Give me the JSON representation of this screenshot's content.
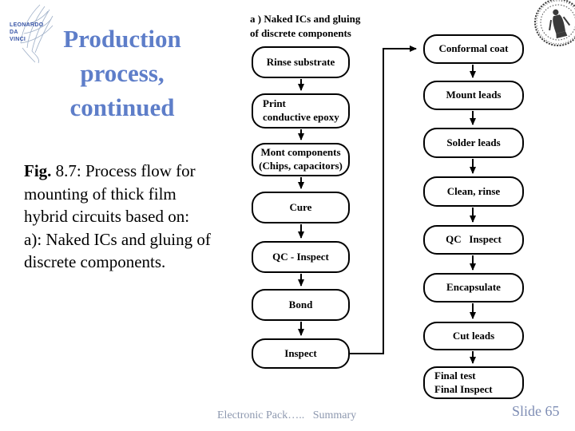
{
  "slide": {
    "title": "Production\nprocess,\ncontinued",
    "caption": {
      "lead": "Fig.",
      "rest": " 8.7: Process flow for\nmounting of thick film\nhybrid circuits based on:\na): Naked ICs and gluing of\ndiscrete components."
    }
  },
  "flowchart": {
    "heading": "a ) Naked ICs and gluing\nof discrete components",
    "left_column": [
      "Rinse substrate",
      "Print\nconductive epoxy",
      "Mont components\n(Chips, capacitors)",
      "Cure",
      "QC - Inspect",
      "Bond",
      "Inspect"
    ],
    "right_column": [
      "Conformal coat",
      "Mount leads",
      "Solder leads",
      "Clean, rinse",
      "QC   Inspect",
      "Encapsulate",
      "Cut leads",
      "Final test\nFinal Inspect"
    ]
  },
  "footer": {
    "left": "Electronic Pack…..   Summary",
    "right": "Slide 65"
  },
  "logos": {
    "top_left": "LEONARDO\nDA\nVINCI",
    "top_right": "university-seal"
  },
  "colors": {
    "title_blue": "#5e7ec9",
    "footer_gray_blue": "#8d98af",
    "slide_number": "#7e8db4",
    "box_border": "#000000",
    "background": "#ffffff"
  }
}
